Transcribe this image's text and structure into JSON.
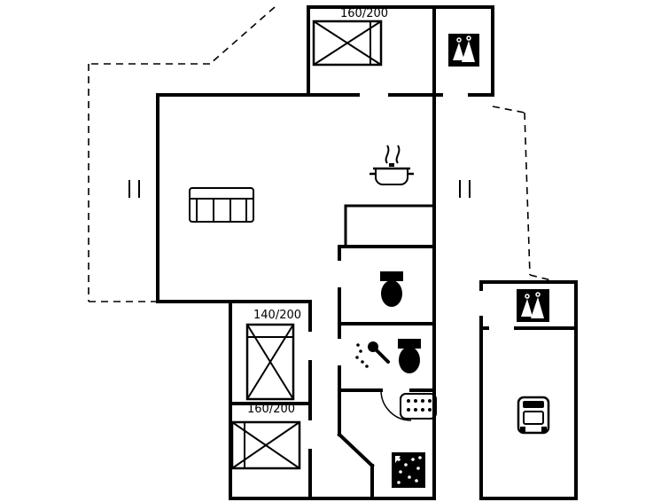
{
  "page": {
    "type": "floor-plan",
    "background_color": "#ffffff",
    "line_color": "#000000"
  },
  "rooms": {
    "bedroom_top": {
      "bed_size_label": "160/200"
    },
    "bedroom_middle": {
      "bed_size_label": "140/200"
    },
    "bedroom_bottom": {
      "bed_size_label": "160/200"
    }
  },
  "icons": [
    {
      "name": "double-bed-icon",
      "count": 3
    },
    {
      "name": "wardrobe-icon",
      "count": 2
    },
    {
      "name": "sofa-icon",
      "count": 1
    },
    {
      "name": "cooking-pot-icon",
      "count": 1
    },
    {
      "name": "toilet-icon",
      "count": 2
    },
    {
      "name": "shower-icon",
      "count": 1
    },
    {
      "name": "sink-hob-icon",
      "count": 1
    },
    {
      "name": "boiler-icon",
      "count": 1
    },
    {
      "name": "car-icon",
      "count": 1
    }
  ]
}
